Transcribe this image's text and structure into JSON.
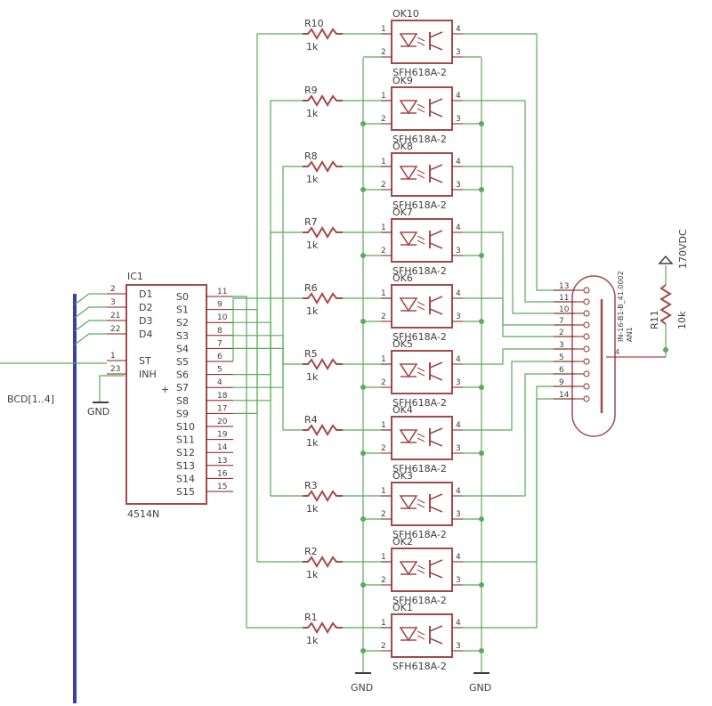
{
  "ic": {
    "ref": "IC1",
    "value": "4514N",
    "left_pins": [
      {
        "num": "2",
        "name": "D1"
      },
      {
        "num": "3",
        "name": "D2"
      },
      {
        "num": "21",
        "name": "D3"
      },
      {
        "num": "22",
        "name": "D4"
      },
      {
        "num": "1",
        "name": "ST"
      },
      {
        "num": "23",
        "name": "INH"
      }
    ],
    "right_pins": [
      {
        "num": "11",
        "name": "S0"
      },
      {
        "num": "9",
        "name": "S1"
      },
      {
        "num": "10",
        "name": "S2"
      },
      {
        "num": "8",
        "name": "S3"
      },
      {
        "num": "7",
        "name": "S4"
      },
      {
        "num": "6",
        "name": "S5"
      },
      {
        "num": "5",
        "name": "S6"
      },
      {
        "num": "4",
        "name": "S7"
      },
      {
        "num": "18",
        "name": "S8"
      },
      {
        "num": "17",
        "name": "S9"
      },
      {
        "num": "20",
        "name": "S10"
      },
      {
        "num": "19",
        "name": "S11"
      },
      {
        "num": "14",
        "name": "S12"
      },
      {
        "num": "13",
        "name": "S13"
      },
      {
        "num": "16",
        "name": "S14"
      },
      {
        "num": "15",
        "name": "S15"
      }
    ]
  },
  "resistors": [
    {
      "ref": "R10",
      "value": "1k"
    },
    {
      "ref": "R9",
      "value": "1k"
    },
    {
      "ref": "R8",
      "value": "1k"
    },
    {
      "ref": "R7",
      "value": "1k"
    },
    {
      "ref": "R6",
      "value": "1k"
    },
    {
      "ref": "R5",
      "value": "1k"
    },
    {
      "ref": "R4",
      "value": "1k"
    },
    {
      "ref": "R3",
      "value": "1k"
    },
    {
      "ref": "R2",
      "value": "1k"
    },
    {
      "ref": "R1",
      "value": "1k"
    }
  ],
  "optos": [
    {
      "top": "OK10",
      "bottom": "SFH618A-2"
    },
    {
      "top": "OK9",
      "bottom": "SFH618A-2"
    },
    {
      "top": "OK8",
      "bottom": "SFH618A-2"
    },
    {
      "top": "OK7",
      "bottom": "SFH618A-2"
    },
    {
      "top": "OK6",
      "bottom": "SFH618A-2"
    },
    {
      "top": "OK5",
      "bottom": "SFH618A-2"
    },
    {
      "top": "OK4",
      "bottom": "SFH618A-2"
    },
    {
      "top": "OK3",
      "bottom": "SFH618A-2"
    },
    {
      "top": "OK2",
      "bottom": "SFH618A-2"
    },
    {
      "top": "OK1",
      "bottom": "SFH618A-2"
    }
  ],
  "opto_pins": {
    "p1": "1",
    "p2": "2",
    "p3": "3",
    "p4": "4"
  },
  "gnd": {
    "ic": "GND",
    "left": "GND",
    "right": "GND"
  },
  "bus_label": "BCD[1..4]",
  "tube": {
    "value": "IN-16-B1-B_41.0002",
    "ref": "AN1",
    "anode_pin": "4",
    "pins": [
      "13",
      "11",
      "10",
      "7",
      "2",
      "3",
      "5",
      "6",
      "9",
      "14"
    ]
  },
  "r11": {
    "ref": "R11",
    "value": "10k"
  },
  "supply": "170VDC"
}
